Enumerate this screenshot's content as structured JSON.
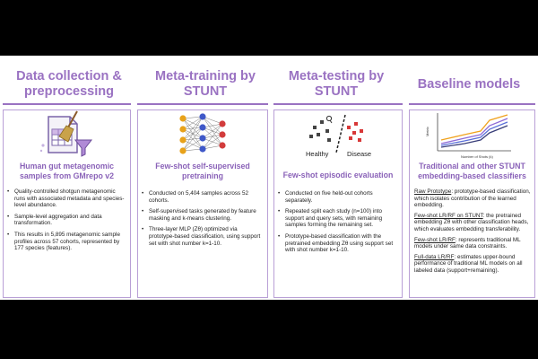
{
  "columns": [
    {
      "title": "Data collection & preprocessing",
      "subtitle": "Human gut metagenomic samples from GMrepo v2",
      "bullets": [
        "Quality-controlled shotgun metagenomic runs with associated metadata and species-level abundance.",
        "Sample-level aggregation and data transformation.",
        "This results in 5,895 metagenomic sample profiles across 57 cohorts, represented by 177 species (features)."
      ]
    },
    {
      "title": "Meta-training by STUNT",
      "subtitle": "Few-shot self-supervised pretraining",
      "bullets": [
        "Conducted on 5,404  samples across 52 cohorts.",
        "Self-supervised tasks generated by feature masking and k-means clustering.",
        "Three-layer MLP (Zθ) optimized via prototype-based classification, using support set with shot number k=1-10."
      ]
    },
    {
      "title": "Meta-testing by STUNT",
      "subtitle": "Few-shot episodic evaluation",
      "image_labels": {
        "healthy": "Healthy",
        "disease": "Disease"
      },
      "bullets": [
        "Conducted on five held-out cohorts separately.",
        "Repeated split each study (n=100) into support and query sets, with remaining samples forming the remaining set.",
        "Prototype-based classification with the pretrained embedding Zθ using support set with shot number k=1-10."
      ]
    },
    {
      "title": "Baseline models",
      "subtitle": "Traditional and other STUNT embedding-based classifiers",
      "chart_labels": {
        "ylabel": "Metric",
        "xlabel": "Number of Shots (k)"
      },
      "paragraphs": [
        {
          "term": "Raw Prototype",
          "text": ": prototype-based classification, which isolates contribution of the learned embedding."
        },
        {
          "term": "Few-shot LR/RF on STUNT",
          "text": ": the pretrained embedding Zθ with other classification heads, which evaluates embedding transferability."
        },
        {
          "term": "Few-shot LR/RF",
          "text": ": represents traditional ML models under same data constraints."
        },
        {
          "term": "Full-data LR/RF",
          "text": ": estimates upper-bound performance of traditional ML models on all labeled data (support+remaining)."
        }
      ]
    }
  ],
  "colors": {
    "accent": "#9a72c2",
    "panel_border": "#b9a0d6",
    "line_orange": "#f0a21e",
    "line_purple": "#8e6ad6",
    "line_blue": "#5a6fd8",
    "line_navy": "#3a3f7a"
  },
  "icons": [
    "broom-icon",
    "spreadsheet-icon",
    "funnel-icon",
    "neural-network-icon",
    "scatter-split-icon",
    "line-chart-icon"
  ]
}
